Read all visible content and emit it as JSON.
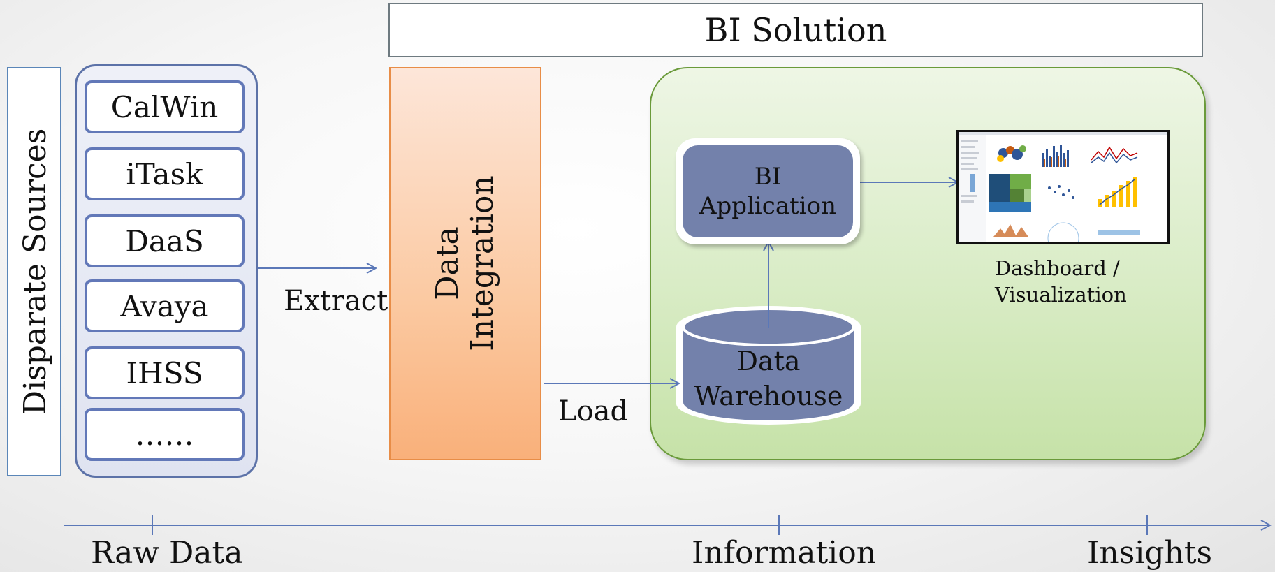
{
  "title": "BI Solution",
  "disparate_sources": {
    "label": "Disparate Sources",
    "items": [
      "CalWin",
      "iTask",
      "DaaS",
      "Avaya",
      "IHSS",
      "……"
    ]
  },
  "extract_label": "Extract",
  "data_integration": {
    "line1": "Data",
    "line2": "Integration"
  },
  "load_label": "Load",
  "bi_application": {
    "line1": "BI",
    "line2": "Application"
  },
  "data_warehouse": {
    "line1": "Data",
    "line2": "Warehouse"
  },
  "dashboard": {
    "line1": "Dashboard /",
    "line2": "Visualization"
  },
  "timeline": {
    "raw": "Raw Data",
    "information": "Information",
    "insights": "Insights"
  },
  "colors": {
    "source_border": "#6278b8",
    "integration_fill": "#fbc9a1",
    "bi_panel": "#d9ecc6",
    "node_fill": "#7381ab",
    "arrow": "#5b78b8"
  }
}
